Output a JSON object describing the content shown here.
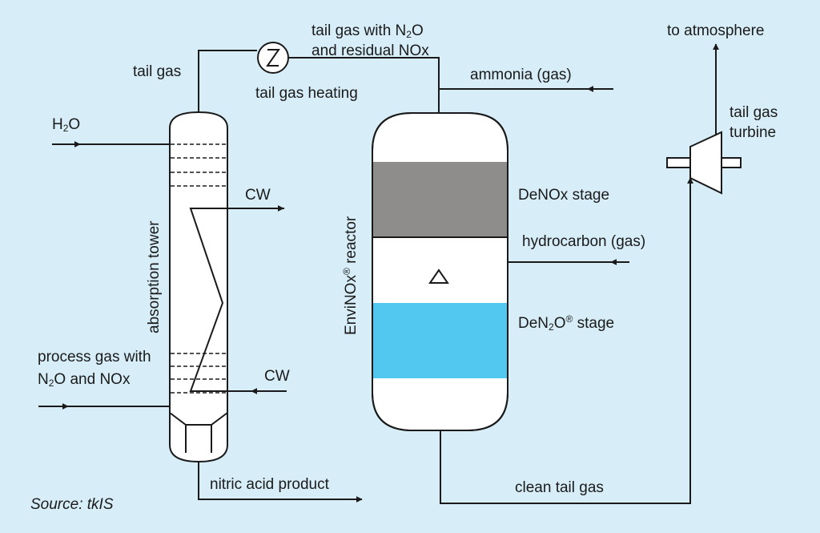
{
  "colors": {
    "background": "#d7eef8",
    "line": "#1a1a1a",
    "vessel_fill": "#ffffff",
    "denox_bed": "#8f8c8c",
    "den2o_bed": "#52c8f0"
  },
  "labels": {
    "tail_gas": "tail gas",
    "tail_gas_with_prefix": "tail gas with N",
    "tail_gas_with_sub": "2",
    "tail_gas_with_suffix": "O",
    "residual_nox": "and residual NOx",
    "tail_gas_heating": "tail gas heating",
    "ammonia": "ammonia (gas)",
    "to_atmosphere": "to atmosphere",
    "tail_gas_turbine_line1": "tail gas",
    "tail_gas_turbine_line2": "turbine",
    "h2o_prefix": "H",
    "h2o_sub": "2",
    "h2o_suffix": "O",
    "cw_top": "CW",
    "cw_bottom": "CW",
    "absorption_tower": "absorption tower",
    "reactor_prefix": "EnviNOx",
    "reactor_sup": "®",
    "reactor_suffix": " reactor",
    "denox_stage": "DeNOx stage",
    "hydrocarbon": "hydrocarbon (gas)",
    "den2o_prefix": "DeN",
    "den2o_sub": "2",
    "den2o_mid": "O",
    "den2o_sup": "®",
    "den2o_suffix": " stage",
    "process_gas_line1": "process gas with",
    "process_gas_prefix": "N",
    "process_gas_sub": "2",
    "process_gas_suffix": "O and NOx",
    "nitric_acid": "nitric acid product",
    "clean_tail_gas": "clean tail gas",
    "source": "Source: tkIS"
  }
}
